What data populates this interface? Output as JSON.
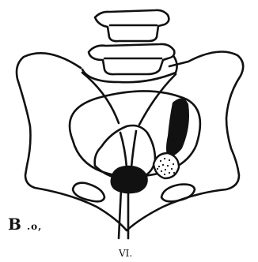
{
  "figure": {
    "label": "B",
    "sublabel": ".o,",
    "plate_number": "VI.",
    "colors": {
      "ink": "#111111",
      "paper": "#ffffff"
    }
  }
}
